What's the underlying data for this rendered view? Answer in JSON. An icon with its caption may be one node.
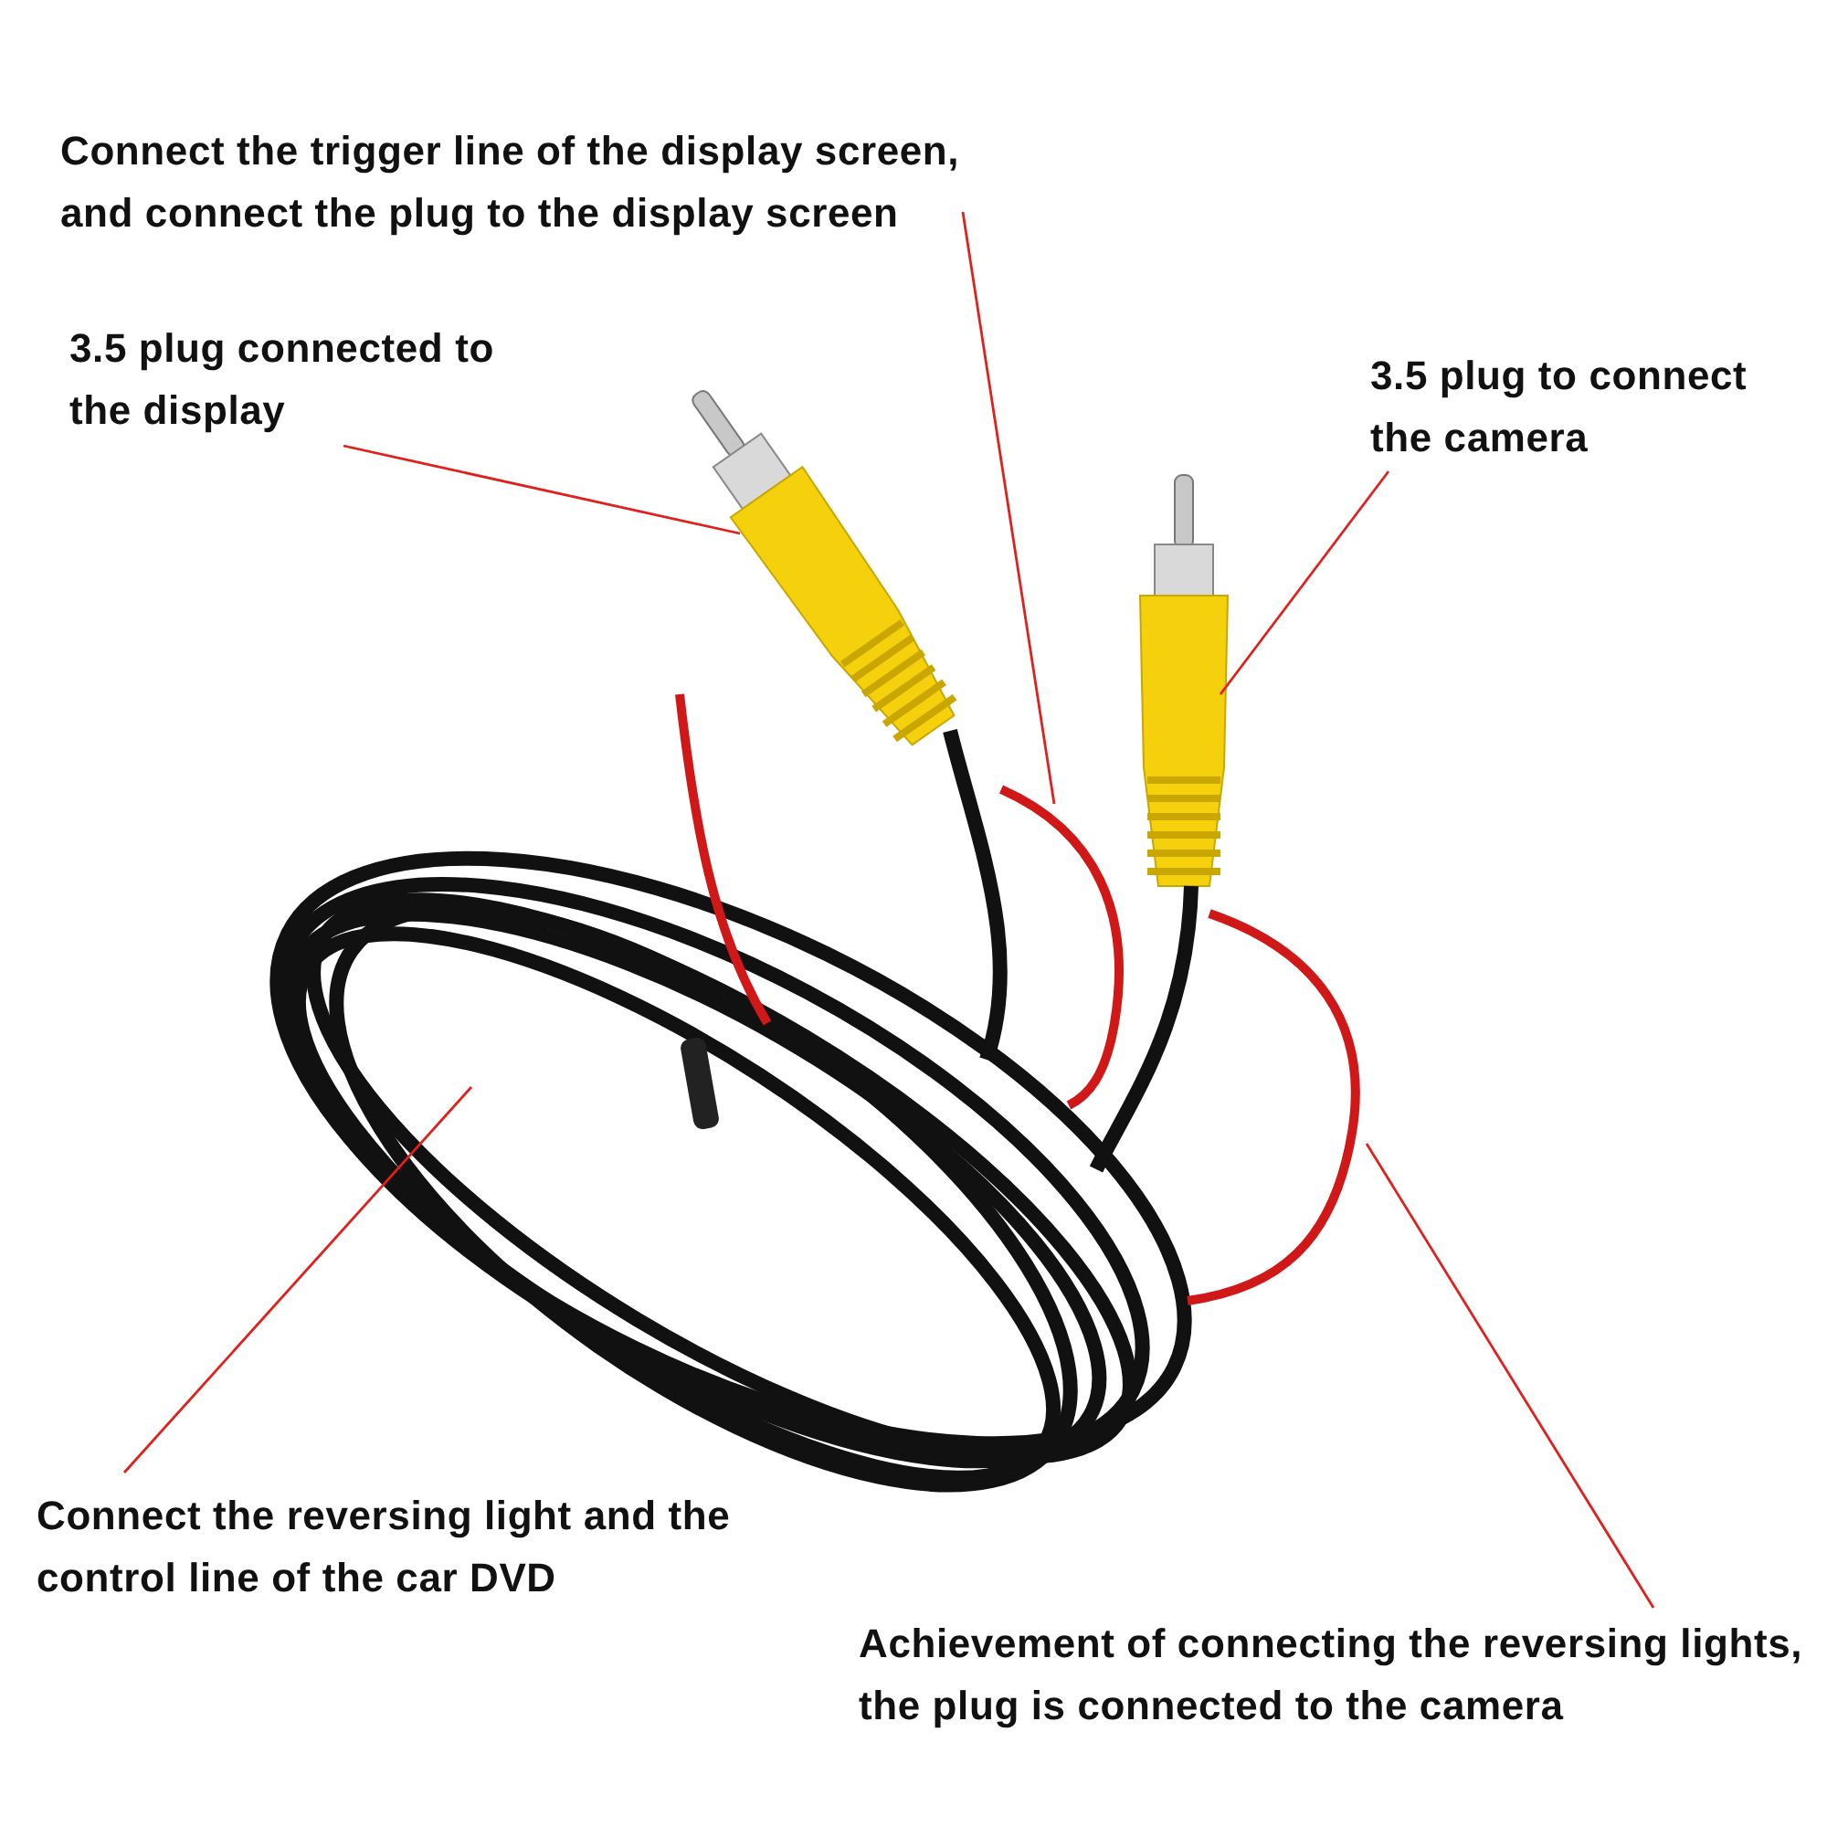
{
  "diagram": {
    "nodes": [
      {
        "text": [
          "Connect the trigger line of the display screen, and connect the plug to the display screen"
        ]
      },
      {
        "text": [
          "3.5 plug connected to the display"
        ]
      },
      {
        "text": [
          "3.5 plug to connect the camera"
        ]
      },
      {
        "text": [
          "Connect the reversing light and the control line of the car DVD"
        ]
      },
      {
        "text": [
          "Achievement of connecting the reversing lights, the plug is connected to the camera"
        ]
      },
      {
        "text": [],
        "shape": "picture"
      },
      {
        "text": [],
        "shape": "picture"
      },
      {
        "text": [],
        "shape": "picture"
      },
      {
        "text": [],
        "shape": "picture"
      },
      {
        "text": [],
        "shape": "picture"
      }
    ],
    "edges": [
      {
        "from": 0,
        "to": 5,
        "arrow": "none",
        "color": "#e0201c"
      },
      {
        "from": 1,
        "to": 6,
        "arrow": "none",
        "color": "#e0201c"
      },
      {
        "from": 2,
        "to": 7,
        "arrow": "none",
        "color": "#e0201c"
      },
      {
        "from": 3,
        "to": 8,
        "arrow": "none",
        "color": "#e0201c"
      },
      {
        "from": 4,
        "to": 9,
        "arrow": "none",
        "color": "#e0201c"
      }
    ]
  }
}
